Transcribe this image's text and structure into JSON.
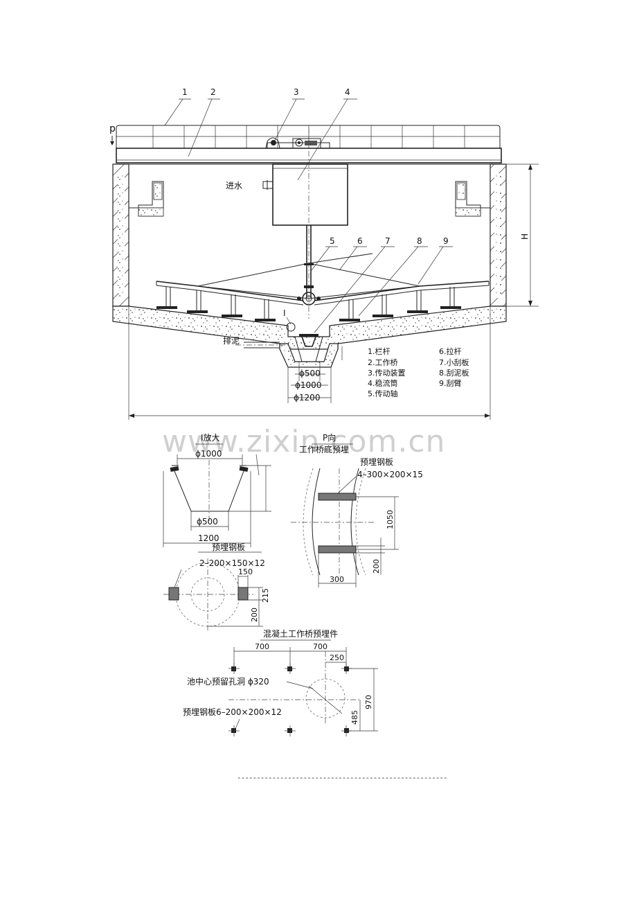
{
  "callouts": [
    "1",
    "2",
    "3",
    "4",
    "5",
    "6",
    "7",
    "8",
    "9"
  ],
  "view_marker": "p",
  "inlet_label": "进水",
  "sludge_label": "排泥",
  "detail_marker": "I",
  "height_label": "H",
  "dims_main": [
    "ϕ500",
    "ϕ1000",
    "ϕ1200"
  ],
  "legend": {
    "left": [
      "1.栏杆",
      "2.工作桥",
      "3.传动装置",
      "4.稳流筒",
      "5.传动轴"
    ],
    "right": [
      "6.拉杆",
      "7.小刮板",
      "8.刮泥板",
      "9.刮臂"
    ]
  },
  "watermark": "www.zixin.com.cn",
  "detail_i": {
    "title": "I放大",
    "top_dim": "ϕ1000",
    "bottom_dim": "ϕ500",
    "base_dim": "1200"
  },
  "plate_detail": {
    "title": "预埋钢板",
    "spec": "2–200×150×12",
    "dims": [
      "150",
      "215",
      "200"
    ]
  },
  "p_view": {
    "title": "P向",
    "subtitle": "工作桥底预埋",
    "plate_title": "预埋钢板",
    "plate_spec": "4–300×200×15",
    "dims": [
      "1050",
      "200",
      "300"
    ]
  },
  "concrete_bridge": {
    "title": "混凝土工作桥预埋件",
    "dims": [
      "700",
      "700",
      "250",
      "970",
      "485"
    ],
    "hole_label": "池中心预留孔洞 ϕ320",
    "plate_label": "预埋钢板6–200×200×12"
  },
  "footer_line": "------------------------------------------------------"
}
